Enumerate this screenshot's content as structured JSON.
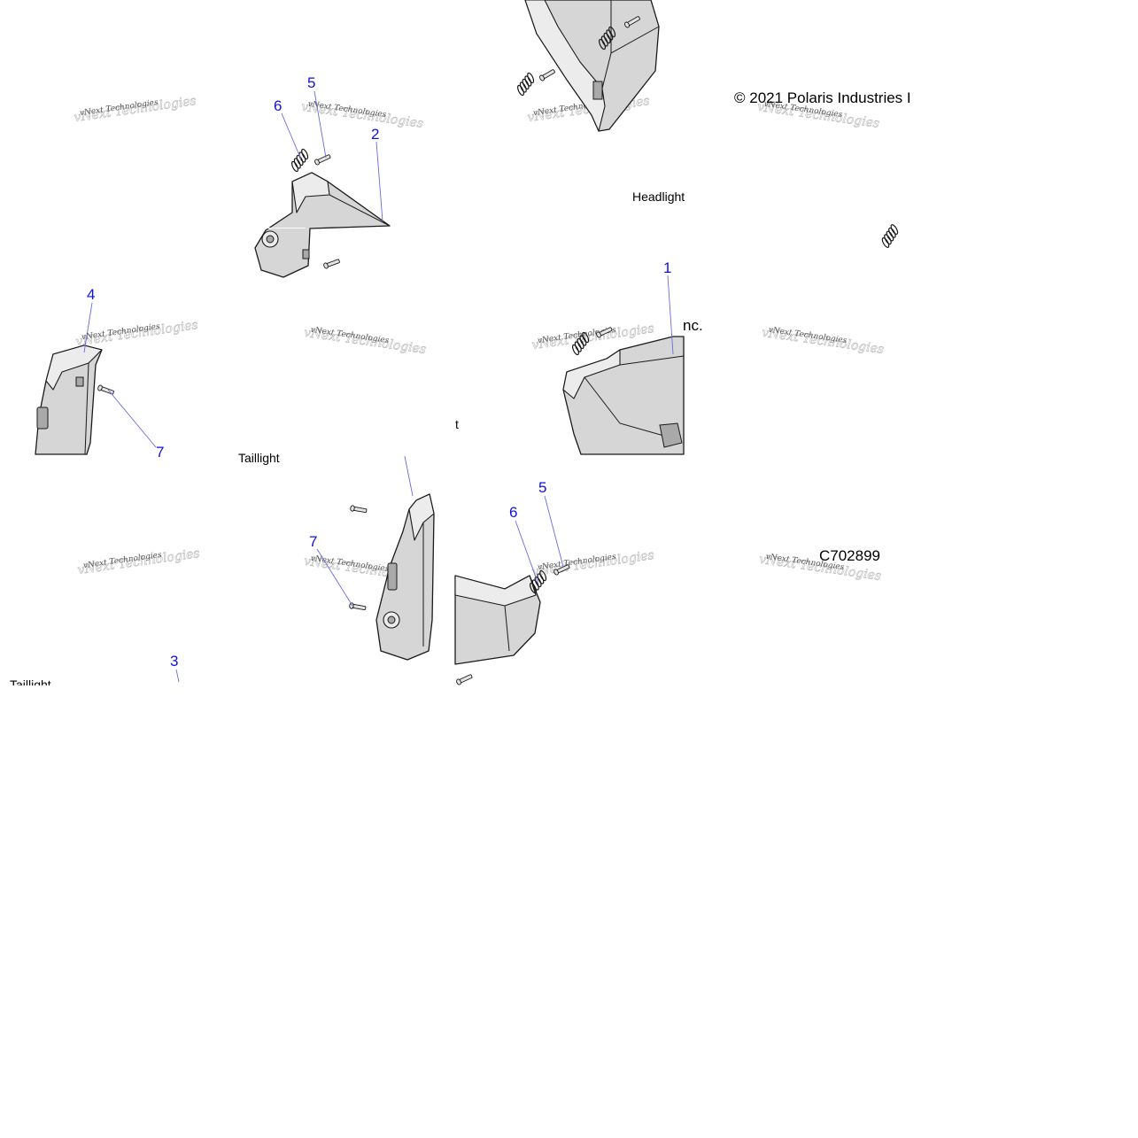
{
  "diagram": {
    "copyright": "© 2021 Polaris Industries I",
    "copyright_tail": "nc.",
    "part_code": "C702899",
    "labels": {
      "headlight": "Headlight",
      "taillight_1": "Taillight",
      "taillight_2": "Taillight",
      "fragment_t": "t"
    },
    "callouts": {
      "c1": "1",
      "c2": "2",
      "c3": "3",
      "c4": "4",
      "c5a": "5",
      "c6a": "6",
      "c7a": "7",
      "c5b": "5",
      "c6b": "6",
      "c7b": "7"
    },
    "watermark": {
      "line1": "vNext Technologies",
      "line2": "vNext Technologies"
    },
    "colors": {
      "callout": "#1010e0",
      "leader": "#6a6ae0",
      "part_fill": "#d6d6d6",
      "outline": "#1a1a1a"
    }
  }
}
